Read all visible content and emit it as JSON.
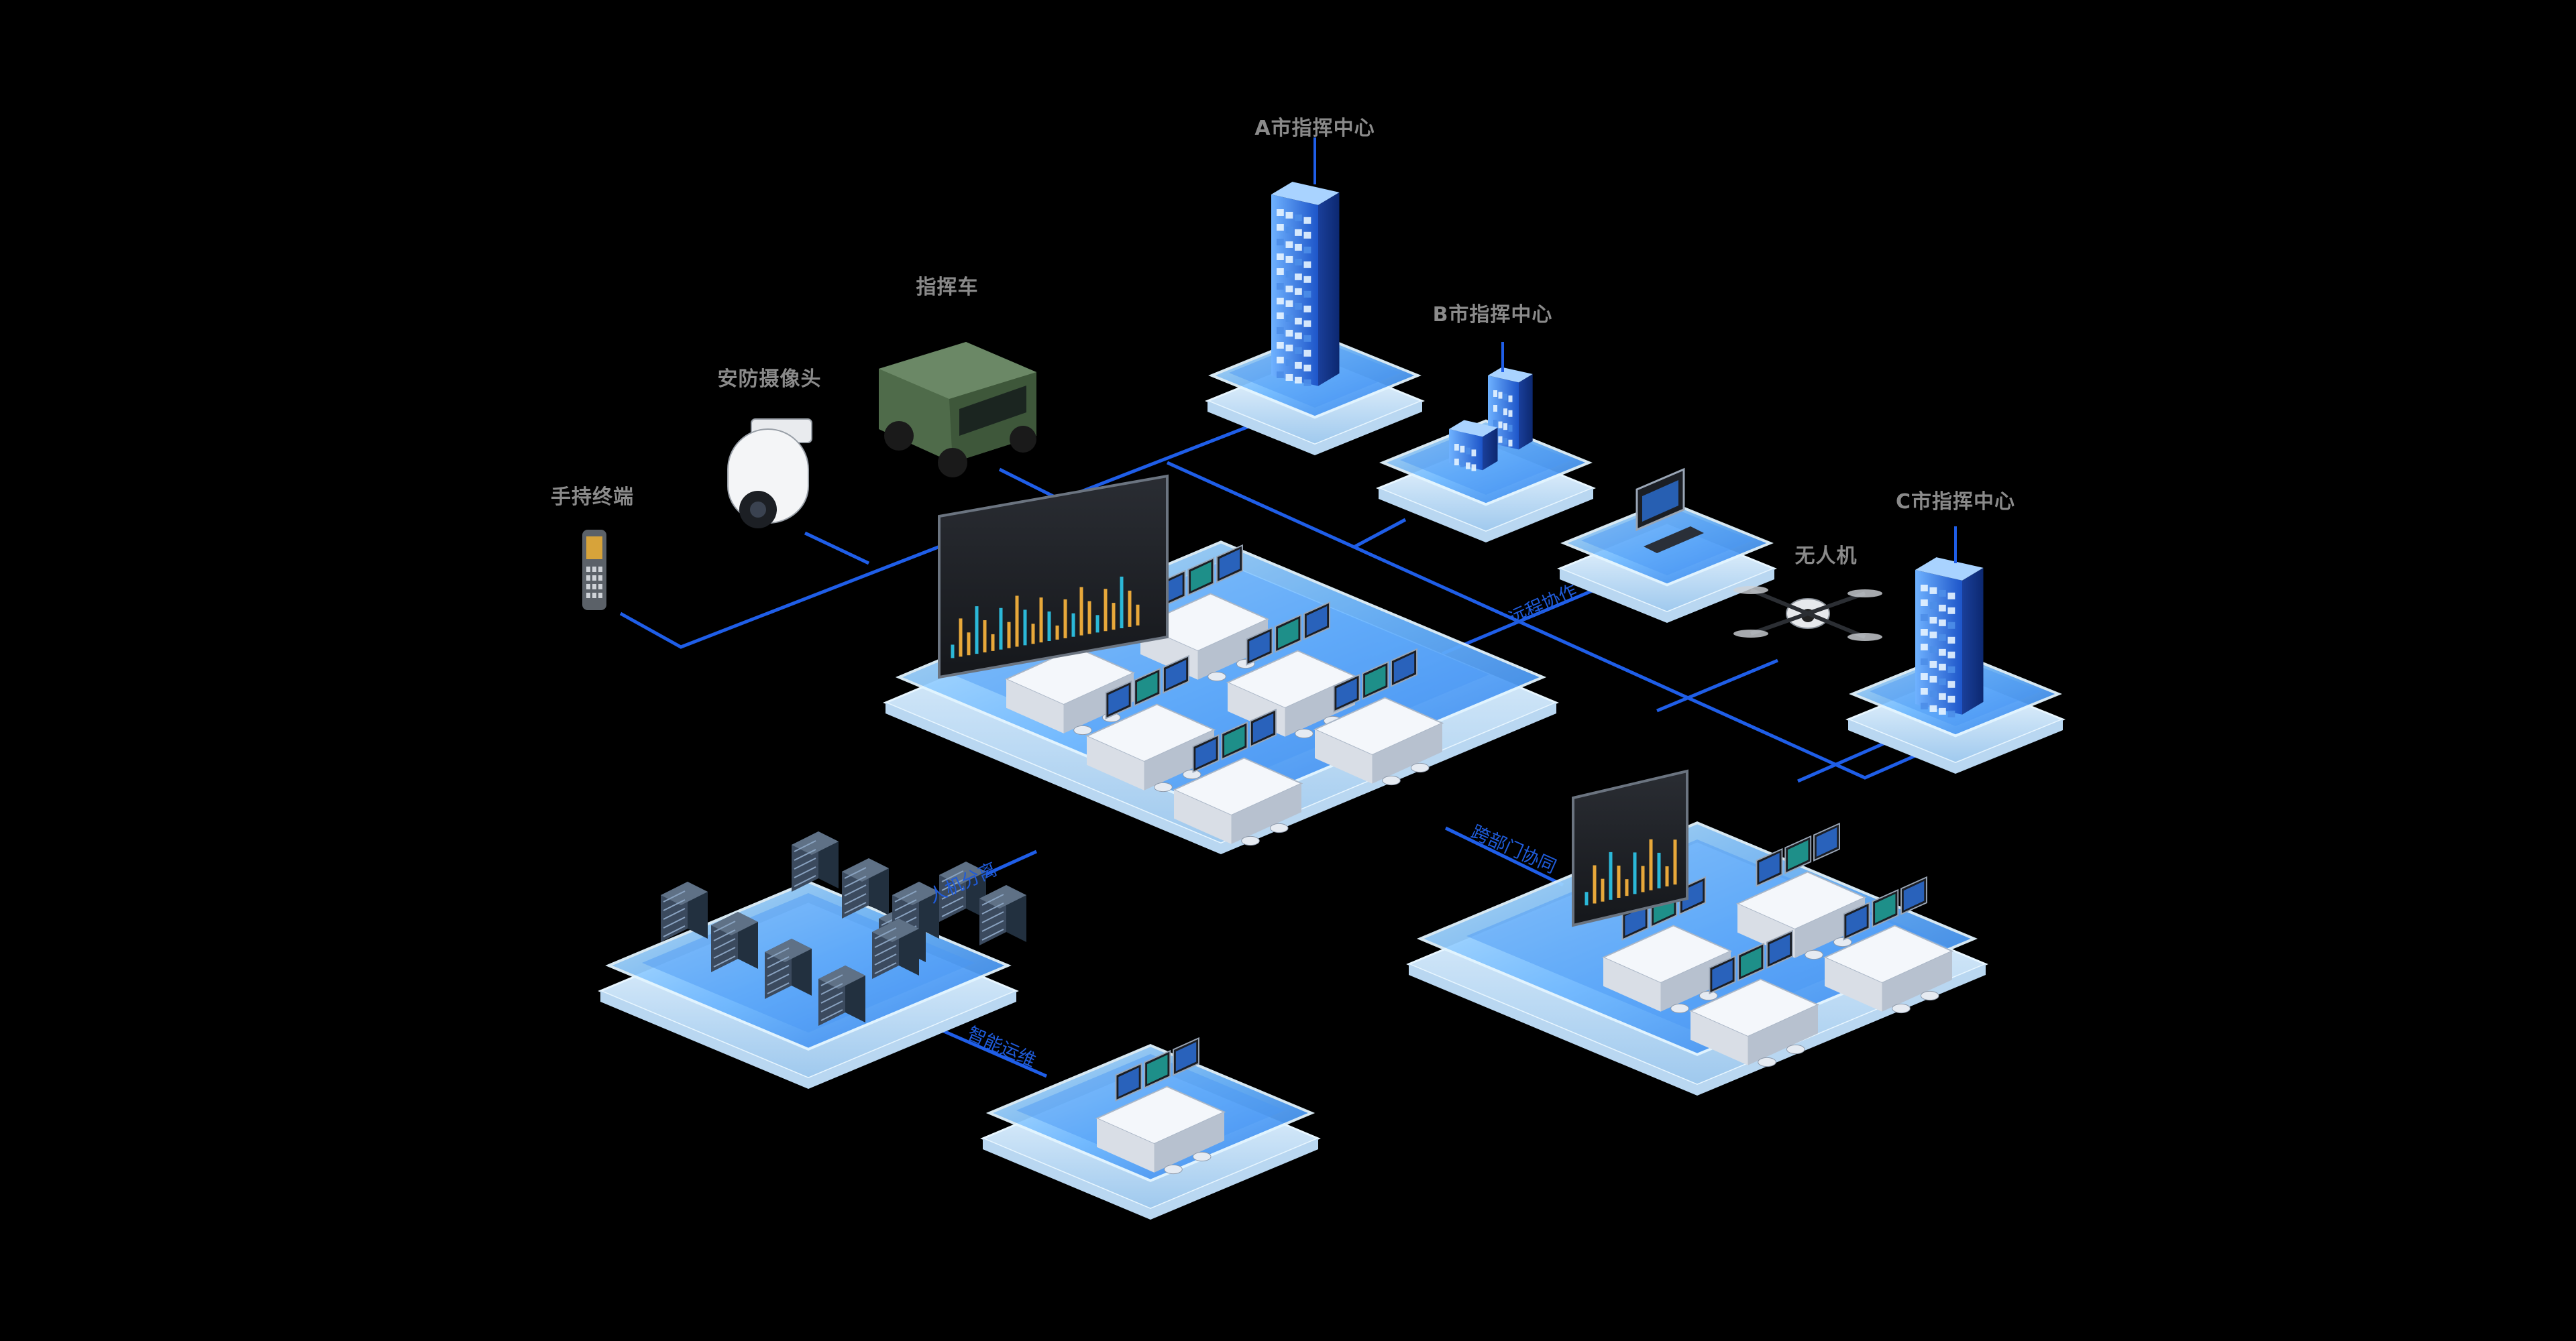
{
  "nodes": {
    "a_center": "A市指挥中心",
    "b_center": "B市指挥中心",
    "c_center": "C市指挥中心",
    "command_vehicle": "指挥车",
    "security_camera": "安防摄像头",
    "handheld_terminal": "手持终端",
    "drone": "无人机"
  },
  "links": {
    "remote_collab": "远程协作",
    "human_machine": "人机分离",
    "smart_ops": "智能运维",
    "cross_dept": "跨部门协同"
  },
  "colors": {
    "background": "#000000",
    "link_line": "#1f5ee8",
    "platform_top": "#9fd4ff",
    "platform_base": "#dff0ff",
    "label_text": "#8a8a8a",
    "link_text": "#1f5bd9"
  }
}
